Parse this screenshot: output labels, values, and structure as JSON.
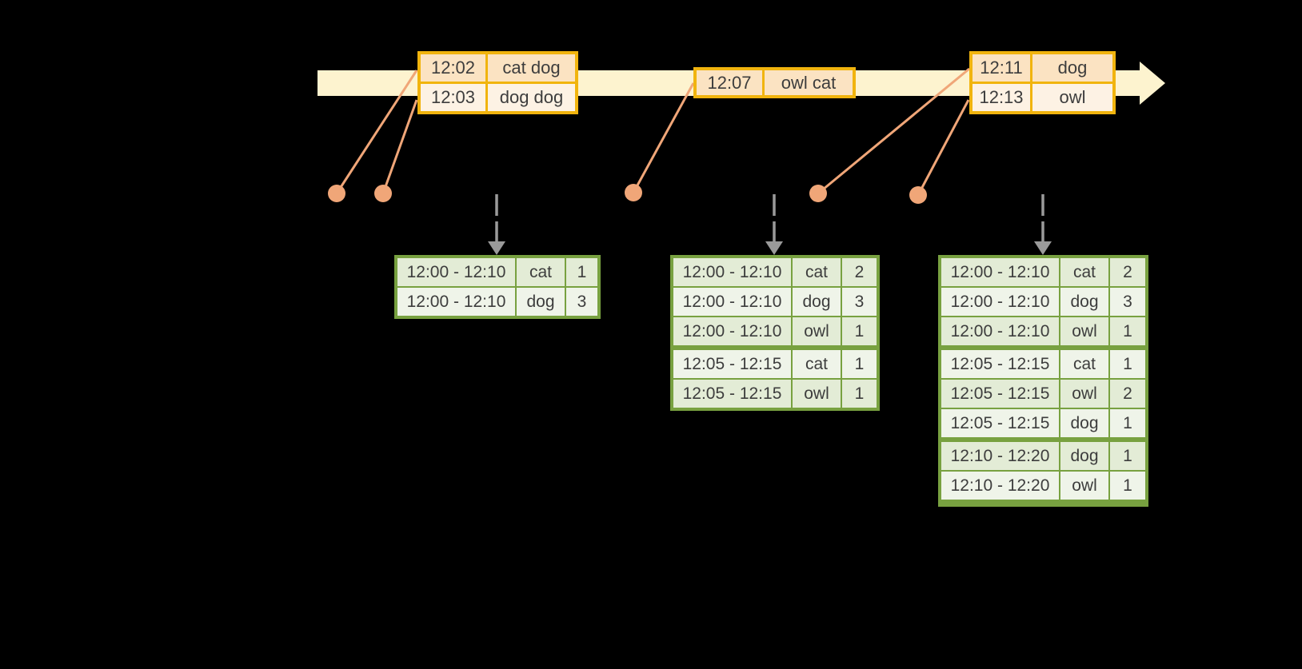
{
  "diagram": {
    "kind": "event-time windowed aggregation timeline",
    "background": "#000000"
  },
  "colors": {
    "timeline_fill": "#fdf3cf",
    "event_table_border": "#f1b40e",
    "event_row_dark": "#fbe3c2",
    "event_row_light": "#fdf2e4",
    "connector_salmon": "#f0a678",
    "trigger_arrow_gray": "#9a9a9a",
    "result_table_border": "#78a140",
    "result_row_dark": "#e3ecd6",
    "result_row_light": "#eff4e9",
    "text": "#3d3d3d"
  },
  "event_tables": [
    {
      "rows": [
        {
          "time": "12:02",
          "words": "cat dog"
        },
        {
          "time": "12:03",
          "words": "dog dog"
        }
      ]
    },
    {
      "rows": [
        {
          "time": "12:07",
          "words": "owl cat"
        }
      ]
    },
    {
      "rows": [
        {
          "time": "12:11",
          "words": "dog"
        },
        {
          "time": "12:13",
          "words": "owl"
        }
      ]
    }
  ],
  "result_tables": [
    {
      "rows": [
        {
          "window": "12:00 - 12:10",
          "word": "cat",
          "count": "1"
        },
        {
          "window": "12:00 - 12:10",
          "word": "dog",
          "count": "3"
        }
      ]
    },
    {
      "rows": [
        {
          "window": "12:00 - 12:10",
          "word": "cat",
          "count": "2"
        },
        {
          "window": "12:00 - 12:10",
          "word": "dog",
          "count": "3"
        },
        {
          "window": "12:00 - 12:10",
          "word": "owl",
          "count": "1"
        },
        {
          "window": "12:05 - 12:15",
          "word": "cat",
          "count": "1"
        },
        {
          "window": "12:05 - 12:15",
          "word": "owl",
          "count": "1"
        }
      ]
    },
    {
      "rows": [
        {
          "window": "12:00 - 12:10",
          "word": "cat",
          "count": "2"
        },
        {
          "window": "12:00 - 12:10",
          "word": "dog",
          "count": "3"
        },
        {
          "window": "12:00 - 12:10",
          "word": "owl",
          "count": "1"
        },
        {
          "window": "12:05 - 12:15",
          "word": "cat",
          "count": "1"
        },
        {
          "window": "12:05 - 12:15",
          "word": "owl",
          "count": "2"
        },
        {
          "window": "12:05 - 12:15",
          "word": "dog",
          "count": "1"
        },
        {
          "window": "12:10 - 12:20",
          "word": "dog",
          "count": "1"
        },
        {
          "window": "12:10 - 12:20",
          "word": "owl",
          "count": "1"
        }
      ]
    }
  ]
}
